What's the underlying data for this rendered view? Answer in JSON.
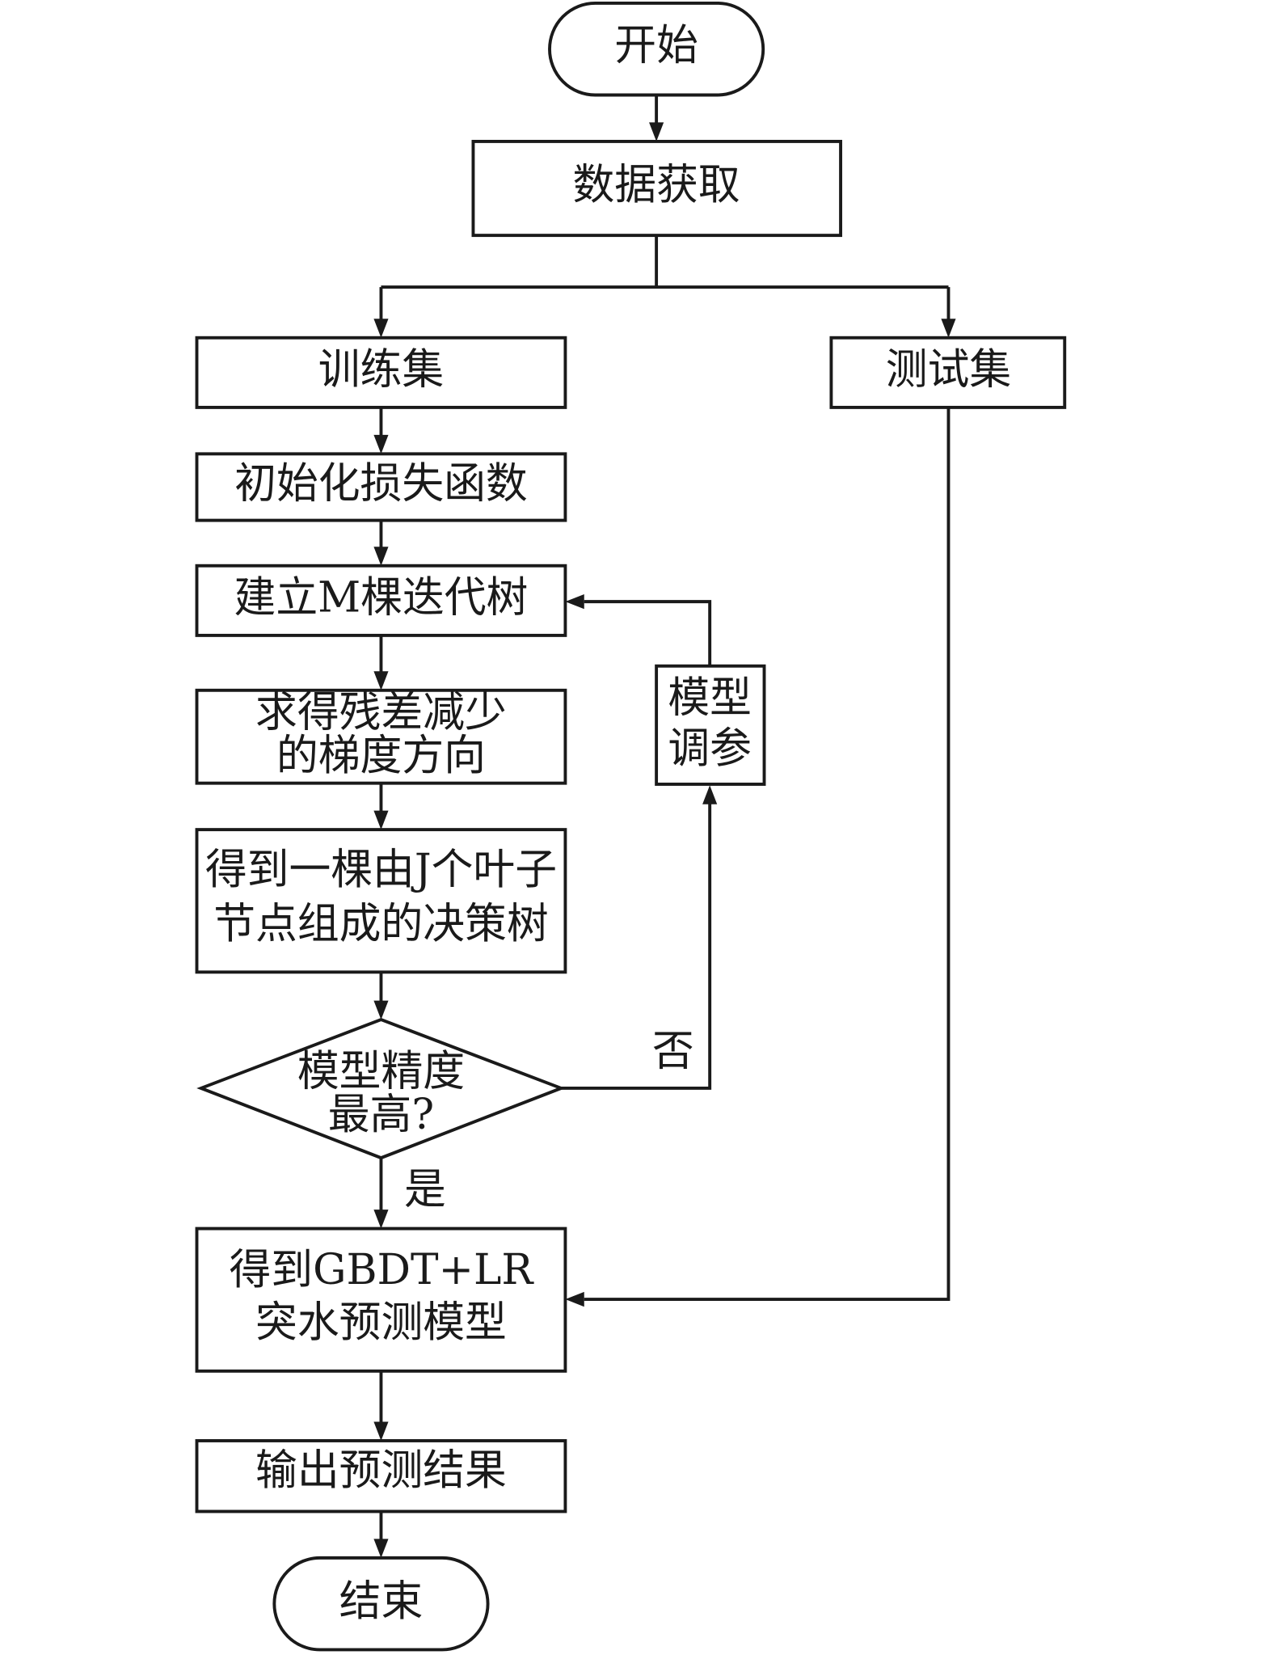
{
  "flowchart": {
    "start": "开始",
    "data_acquisition": "数据获取",
    "training_set": "训练集",
    "test_set": "测试集",
    "init_loss": "初始化损失函数",
    "build_trees": "建立M棵迭代树",
    "gradient_line1": "求得残差减少",
    "gradient_line2": "的梯度方向",
    "decision_tree_line1": "得到一棵由J个叶子",
    "decision_tree_line2": "节点组成的决策树",
    "decision_line1": "模型精度",
    "decision_line2": "最高?",
    "no_label": "否",
    "yes_label": "是",
    "tune_line1": "模型",
    "tune_line2": "调参",
    "final_model_line1": "得到GBDT+LR",
    "final_model_line2": "突水预测模型",
    "output": "输出预测结果",
    "end": "结束"
  }
}
